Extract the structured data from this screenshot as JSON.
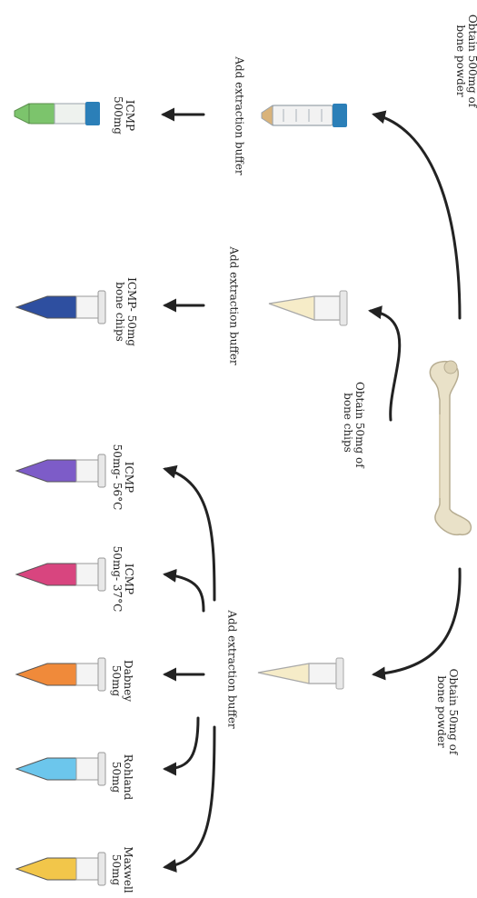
{
  "labels": {
    "obtain_500mg": [
      "Obtain 500mg of",
      "bone powder"
    ],
    "obtain_chips": [
      "Obtain 50mg of",
      "bone chips"
    ],
    "obtain_50mg_powder": [
      "Obtain 50mg of",
      "bone powder"
    ],
    "add_buffer_1": "Add extraction buffer",
    "add_buffer_2": "Add extraction buffer",
    "add_buffer_3": "Add extraction buffer"
  },
  "tubes": [
    {
      "label": [
        "ICMP",
        "500mg"
      ],
      "color": "#7cc46c"
    },
    {
      "label": [
        "ICMP- 50mg",
        "bone chips"
      ],
      "color": "#2e4fa0"
    },
    {
      "label": [
        "ICMP",
        "50mg- 56°C"
      ],
      "color": "#7d5cc8"
    },
    {
      "label": [
        "ICMP",
        "50mg- 37°C"
      ],
      "color": "#d8457f"
    },
    {
      "label": [
        "Dabney",
        "50mg"
      ],
      "color": "#f08a3a"
    },
    {
      "label": [
        "Rohland",
        "50mg"
      ],
      "color": "#6cc6ec"
    },
    {
      "label": [
        "Maxwell",
        "50mg"
      ],
      "color": "#f2c64a"
    }
  ],
  "colors": {
    "bone": "#e9e1c8",
    "powder": "#f6ecc8",
    "cap_blue": "#2b7fb8",
    "arrow": "#222222"
  }
}
